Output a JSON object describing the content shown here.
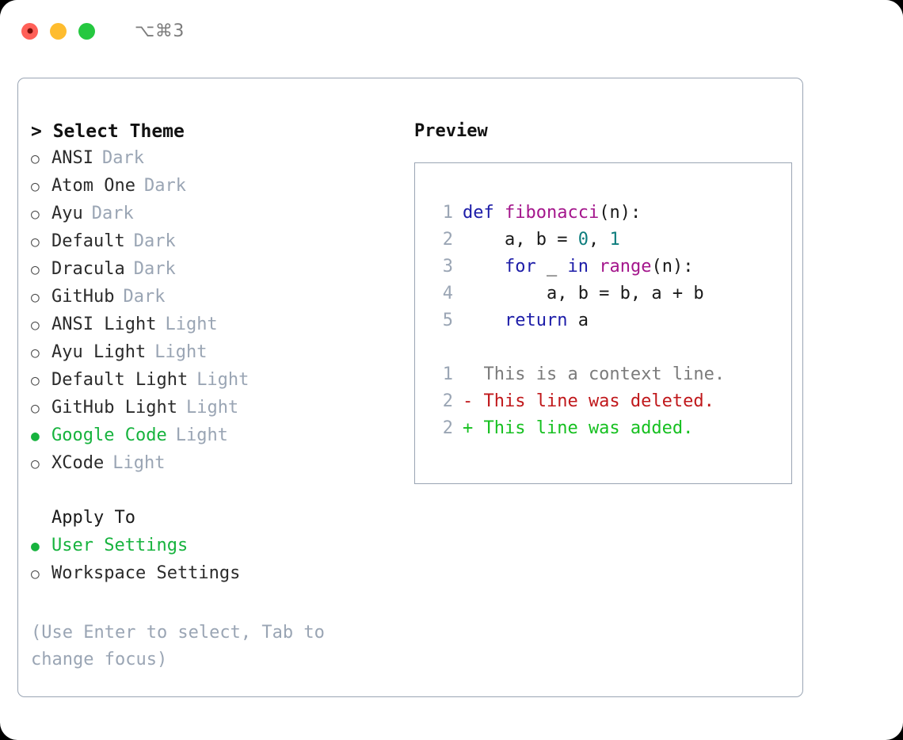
{
  "titlebar": {
    "shortcut": "⌥⌘3",
    "lights": [
      "close",
      "minimize",
      "maximize"
    ]
  },
  "left": {
    "prompt_prefix": "> ",
    "heading": "Select Theme",
    "marker_unselected": "○",
    "marker_selected": "●",
    "themes": [
      {
        "label": "ANSI",
        "badge": "Dark",
        "selected": false
      },
      {
        "label": "Atom One",
        "badge": "Dark",
        "selected": false
      },
      {
        "label": "Ayu",
        "badge": "Dark",
        "selected": false
      },
      {
        "label": "Default",
        "badge": "Dark",
        "selected": false
      },
      {
        "label": "Dracula",
        "badge": "Dark",
        "selected": false
      },
      {
        "label": "GitHub",
        "badge": "Dark",
        "selected": false
      },
      {
        "label": "ANSI Light",
        "badge": "Light",
        "selected": false
      },
      {
        "label": "Ayu Light",
        "badge": "Light",
        "selected": false
      },
      {
        "label": "Default Light",
        "badge": "Light",
        "selected": false
      },
      {
        "label": "GitHub Light",
        "badge": "Light",
        "selected": false
      },
      {
        "label": "Google Code",
        "badge": "Light",
        "selected": true
      },
      {
        "label": "XCode",
        "badge": "Light",
        "selected": false
      }
    ],
    "apply_to_title": "Apply To",
    "apply_to": [
      {
        "label": "User Settings",
        "selected": true
      },
      {
        "label": "Workspace Settings",
        "selected": false
      }
    ],
    "hint": "(Use Enter to select, Tab to change focus)"
  },
  "preview": {
    "title": "Preview",
    "code": [
      {
        "no": "1",
        "tokens": [
          {
            "t": "def ",
            "c": "kw"
          },
          {
            "t": "fibonacci",
            "c": "fn"
          },
          {
            "t": "(n):",
            "c": "txt"
          }
        ]
      },
      {
        "no": "2",
        "tokens": [
          {
            "t": "    a, b = ",
            "c": "txt"
          },
          {
            "t": "0",
            "c": "num"
          },
          {
            "t": ", ",
            "c": "txt"
          },
          {
            "t": "1",
            "c": "num"
          }
        ]
      },
      {
        "no": "3",
        "tokens": [
          {
            "t": "    ",
            "c": "txt"
          },
          {
            "t": "for",
            "c": "kw"
          },
          {
            "t": " _ ",
            "c": "txt"
          },
          {
            "t": "in",
            "c": "kw"
          },
          {
            "t": " ",
            "c": "txt"
          },
          {
            "t": "range",
            "c": "fn"
          },
          {
            "t": "(n):",
            "c": "txt"
          }
        ]
      },
      {
        "no": "4",
        "tokens": [
          {
            "t": "        a, b = b, a + b",
            "c": "txt"
          }
        ]
      },
      {
        "no": "5",
        "tokens": [
          {
            "t": "    ",
            "c": "txt"
          },
          {
            "t": "return",
            "c": "kw"
          },
          {
            "t": " a",
            "c": "txt"
          }
        ]
      }
    ],
    "diff": [
      {
        "no": "1",
        "sign": "  ",
        "text": "This is a context line.",
        "kind": "ctx"
      },
      {
        "no": "2",
        "sign": "- ",
        "text": "This line was deleted.",
        "kind": "del"
      },
      {
        "no": "2",
        "sign": "+ ",
        "text": "This line was added.",
        "kind": "add"
      }
    ]
  },
  "colors": {
    "accent_green": "#17b33e",
    "muted": "#9aa5b4",
    "keyword": "#1c1ca8",
    "function": "#a4168c",
    "number": "#0d7d7d",
    "diff_deleted": "#c0181b",
    "diff_added": "#16c020"
  }
}
